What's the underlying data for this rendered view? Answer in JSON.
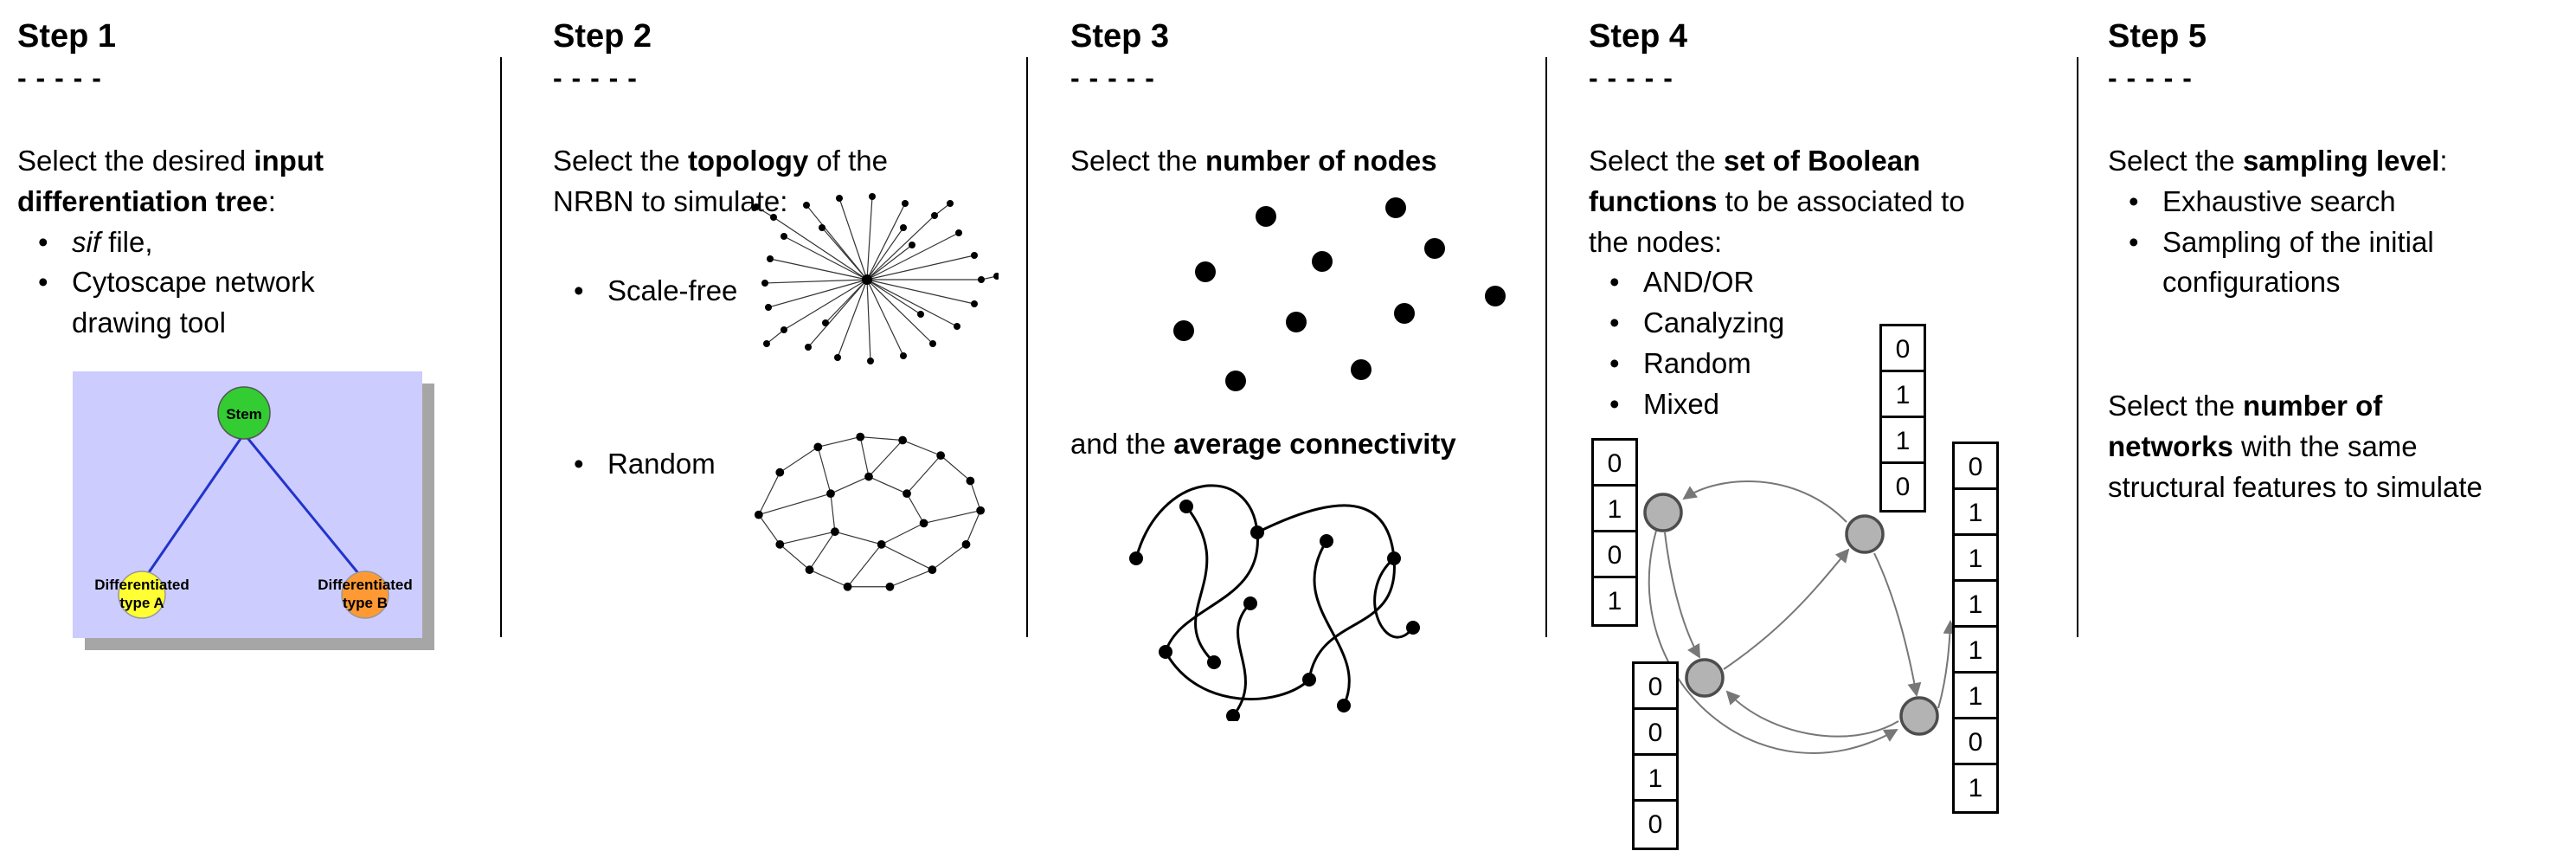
{
  "figure": {
    "dashes": "- - - - -",
    "colors": {
      "tree_bg": "#ccccff",
      "stem": "#33cc33",
      "type_a": "#ffff33",
      "type_b": "#ff9933",
      "edge": "#2233cc",
      "node_gray": "#b3b3b3"
    },
    "step1": {
      "title": "Step 1",
      "intro": {
        "l1pre": "Select the desired ",
        "l1bold": "input",
        "l2bold": "differentiation tree",
        "l2post": ":"
      },
      "bullet1": {
        "italic": "sif",
        "rest": " file,"
      },
      "bullet2": {
        "l1": "Cytoscape network",
        "l2": "drawing tool"
      },
      "tree": {
        "stem": "Stem",
        "left_line1": "Differentiated",
        "left_line2": "type A",
        "right_line1": "Differentiated",
        "right_line2": "type B"
      }
    },
    "step2": {
      "title": "Step 2",
      "intro": {
        "l1pre": "Select the ",
        "l1bold": "topology",
        "l1post": " of the",
        "l2": "NRBN to simulate:"
      },
      "bullet1": "Scale-free",
      "bullet2": "Random"
    },
    "step3": {
      "title": "Step 3",
      "text1": {
        "pre": "Select the ",
        "bold": "number of nodes"
      },
      "text2": {
        "pre": "and the ",
        "bold": "average connectivity"
      }
    },
    "step4": {
      "title": "Step 4",
      "intro": {
        "l1pre": "Select the ",
        "l1bold": "set of Boolean",
        "l2bold": "functions",
        "l2post": " to be associated to",
        "l3": "the nodes:"
      },
      "bullets": [
        "AND/OR",
        "Canalyzing",
        "Random",
        "Mixed"
      ],
      "tables": {
        "left": [
          "0",
          "1",
          "0",
          "1"
        ],
        "top": [
          "0",
          "1",
          "1",
          "0"
        ],
        "bottom": [
          "0",
          "0",
          "1",
          "0"
        ],
        "right": [
          "0",
          "1",
          "1",
          "1",
          "1",
          "1",
          "0",
          "1"
        ]
      }
    },
    "step5": {
      "title": "Step 5",
      "intro": {
        "pre": "Select the ",
        "bold": "sampling level",
        "post": ":"
      },
      "bullet1": "Exhaustive search",
      "bullet2": {
        "l1": "Sampling of the initial",
        "l2": "configurations"
      },
      "second": {
        "l1pre": "Select the ",
        "l1bold": "number of",
        "l2bold": "networks",
        "l2post": " with the same",
        "l3": "structural features to simulate"
      }
    }
  }
}
